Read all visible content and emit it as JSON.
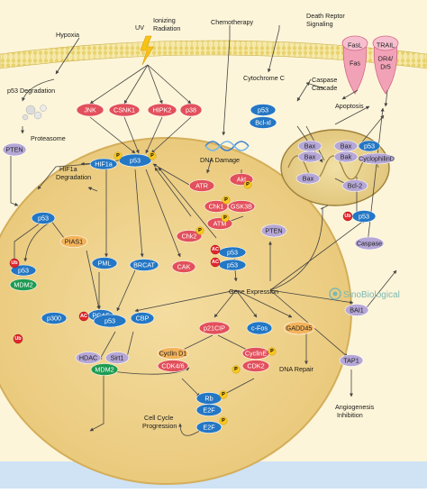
{
  "labels": {
    "hypoxia": "Hypoxia",
    "uv": "UV",
    "ionizing": "Ionizing",
    "radiation": "Radiation",
    "chemotherapy": "Chemotherapy",
    "death_receptor_1": "Death Reptor",
    "death_receptor_2": "Signaling",
    "p53_degradation": "p53 Degradation",
    "proteasome": "Proteasome",
    "hif1a_deg_1": "HIF1a",
    "hif1a_deg_2": "Degradation",
    "cytochrome_c": "Cytochrome C",
    "caspase_cascade_1": "Caspase",
    "caspase_cascade_2": "Cascade",
    "apoptosis": "Apoptosis",
    "dna_damage": "DNA Damage",
    "gene_expression": "Gene Expression",
    "dna_repair": "DNA Repair",
    "cell_cycle_1": "Cell Cycle",
    "cell_cycle_2": "Progression",
    "angiogenesis_1": "Angiogenesis",
    "angiogenesis_2": "Inhibition",
    "logo": "SinoBiological"
  },
  "nodes": {
    "jnk": "JNK",
    "csnk1": "CSNK1",
    "hipk2": "HIPK2",
    "p38": "p38",
    "p53_main": "p53",
    "hif1a": "HIF1a",
    "pten_left": "PTEN",
    "p53_left": "p53",
    "pias1": "PIAS1",
    "pml": "PML",
    "brcat": "BRCAT",
    "cak": "CAK",
    "p53_ub": "p53",
    "mdm2_left": "MDM2",
    "pcaf": "PCAF",
    "p300": "p300",
    "p53_center": "p53",
    "cbp": "CBP",
    "hdac": "HDAC",
    "sirt1": "Sirt1",
    "mdm2_bottom": "MDM2",
    "atr": "ATR",
    "chk1": "Chk1",
    "akt": "Akt",
    "gsk3b": "GSK3B",
    "atm": "ATM",
    "chk2": "Chk2",
    "p53_r1": "p53",
    "p53_r2": "p53",
    "pten_right": "PTEN",
    "p21cip": "p21CIP",
    "cfos": "c-Fos",
    "gadd45": "GADD45",
    "bai1": "BAI1",
    "tap1": "TAP1",
    "cyclin_d1": "Cyclin D1",
    "cdk46": "CDK4/6",
    "cyclin_e": "CyclinE",
    "cdk2": "CDK2",
    "rb": "Rb",
    "e2f_1": "E2F",
    "e2f_2": "E2F",
    "p53_mito": "p53",
    "bclxl": "Bcl-xl",
    "bax1": "Bax",
    "bax2": "Bax",
    "bax3": "Bax",
    "bak": "Bak",
    "bax4": "Bax",
    "p53_cyclo": "p53",
    "cyclophilin": "CyclophilinD",
    "bcl2": "Bcl-2",
    "p53_bcl": "p53",
    "caspase": "Caspase",
    "fasl": "FasL",
    "fas": "Fas",
    "trail": "TRAIL",
    "dr4": "DR4/",
    "dr5": "Dr5"
  },
  "marks": {
    "p": "P",
    "ac": "AC",
    "ub": "Ub"
  },
  "colors": {
    "background": "#fdf6d7",
    "membrane": "#f3e6a4",
    "nucleus": "#eed18a",
    "blue": "#2477c4",
    "red": "#e2505c",
    "orange": "#f4b35a",
    "green": "#1f9b52",
    "purple": "#b5a7d6",
    "lightblue": "#c9dff3",
    "phospho": "#f9c821",
    "acetyl": "#e2262d",
    "receptor": "#f2a2b7"
  }
}
